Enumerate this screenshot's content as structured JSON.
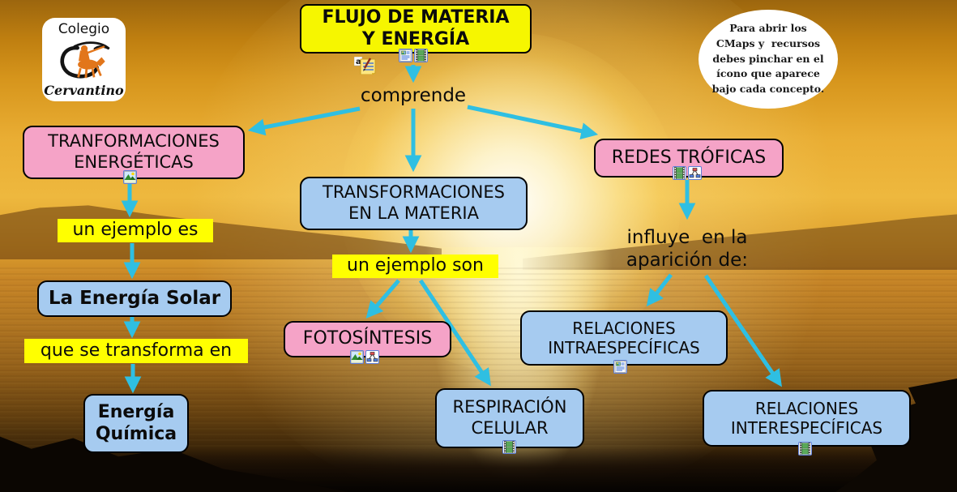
{
  "app": {
    "type": "concept-map",
    "tool": "CmapTools"
  },
  "colors": {
    "arrow": "#2FBFE2",
    "concept_pink": "#f5a3c7",
    "concept_blue": "#a6cbf0",
    "label_yellow": "#ffff00",
    "title_yellow": "#f6f600"
  },
  "logo": {
    "top_text": "Colegio",
    "bottom_text": "Cervantino"
  },
  "help_bubble": {
    "text": "Para abrir los\nCMaps y  recursos\ndebes pinchar en el\nícono que aparece\nbajo cada concepto."
  },
  "nodes": {
    "title": {
      "label": "FLUJO DE MATERIA\nY ENERGÍA",
      "icons": [
        "document-icon",
        "film-icon",
        "note-icon"
      ]
    },
    "comprende": {
      "label": "comprende"
    },
    "transformaciones_energeticas": {
      "label": "TRANFORMACIONES\nENERGÉTICAS",
      "icons": [
        "image-icon"
      ]
    },
    "un_ejemplo_es": {
      "label": "un ejemplo es"
    },
    "energia_solar": {
      "label": "La Energía Solar"
    },
    "que_se_transforma_en": {
      "label": "que se transforma en"
    },
    "energia_quimica": {
      "label": "Energía\nQuímica"
    },
    "transformaciones_materia": {
      "label": "TRANSFORMACIONES\nEN LA MATERIA"
    },
    "un_ejemplo_son": {
      "label": "un ejemplo son"
    },
    "fotosintesis": {
      "label": "FOTOSÍNTESIS",
      "icons": [
        "image-icon",
        "cmap-icon"
      ]
    },
    "respiracion_celular": {
      "label": "RESPIRACIÓN\nCELULAR",
      "icons": [
        "film-icon"
      ]
    },
    "redes_troficas": {
      "label": "REDES TRÓFICAS",
      "icons": [
        "film-icon",
        "cmap-icon"
      ]
    },
    "influye": {
      "label": "influye  en la\naparición de:"
    },
    "relaciones_intraespecificas": {
      "label": "RELACIONES\nINTRAESPECÍFICAS",
      "icons": [
        "document-icon"
      ]
    },
    "relaciones_interespecificas": {
      "label": "RELACIONES\nINTERESPECÍFICAS",
      "icons": [
        "film-icon"
      ]
    }
  },
  "edges": [
    {
      "from": "title",
      "to": "comprende"
    },
    {
      "from": "comprende",
      "to": "transformaciones_energeticas"
    },
    {
      "from": "comprende",
      "to": "transformaciones_materia"
    },
    {
      "from": "comprende",
      "to": "redes_troficas"
    },
    {
      "from": "transformaciones_energeticas",
      "to": "un_ejemplo_es"
    },
    {
      "from": "un_ejemplo_es",
      "to": "energia_solar"
    },
    {
      "from": "energia_solar",
      "to": "que_se_transforma_en"
    },
    {
      "from": "que_se_transforma_en",
      "to": "energia_quimica"
    },
    {
      "from": "transformaciones_materia",
      "to": "un_ejemplo_son"
    },
    {
      "from": "un_ejemplo_son",
      "to": "fotosintesis"
    },
    {
      "from": "un_ejemplo_son",
      "to": "respiracion_celular"
    },
    {
      "from": "redes_troficas",
      "to": "influye"
    },
    {
      "from": "influye",
      "to": "relaciones_intraespecificas"
    },
    {
      "from": "influye",
      "to": "relaciones_interespecificas"
    }
  ]
}
